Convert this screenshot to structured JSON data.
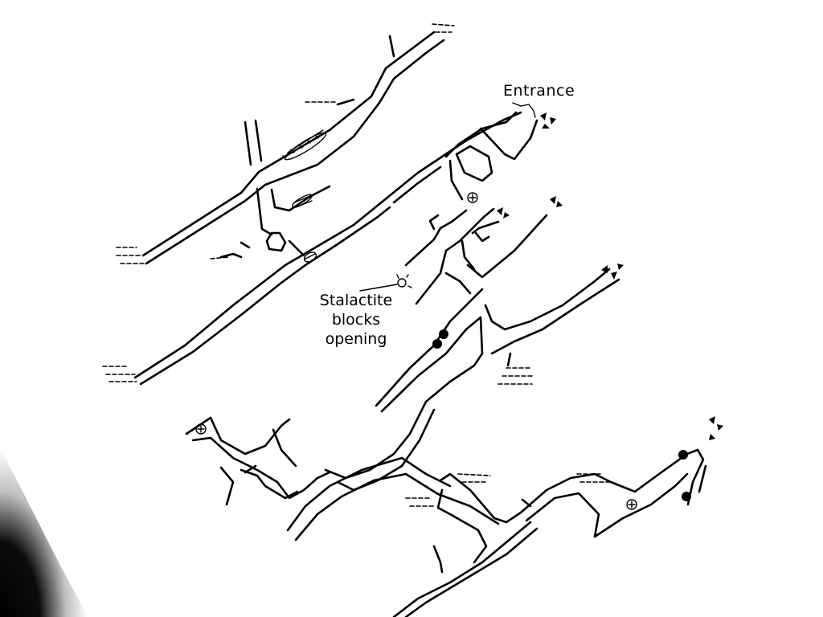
{
  "labels": {
    "entrance": "Entrance",
    "stalactite_line1": "Stalactite",
    "stalactite_line2": "blocks",
    "stalactite_line3": "opening"
  },
  "colors": {
    "ink": "#000000",
    "paper": "#ffffff"
  },
  "symbols": {
    "marker_types": [
      "cross-circle",
      "hatched-oval",
      "filled-dot",
      "open-circle",
      "rubble-triangles"
    ]
  }
}
